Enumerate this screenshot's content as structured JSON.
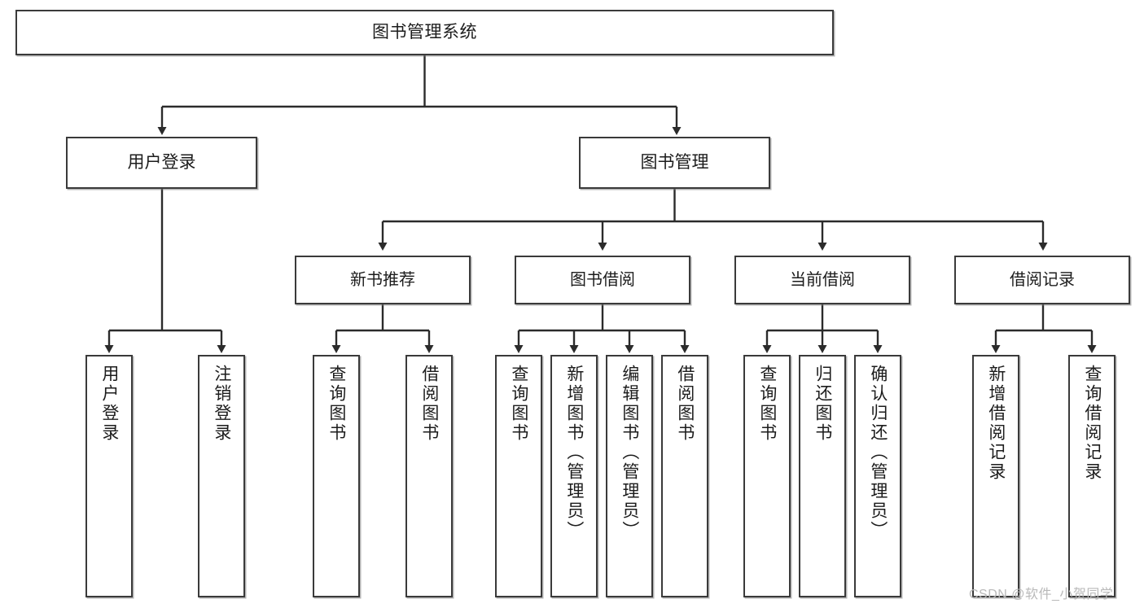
{
  "diagram": {
    "type": "hierarchy-tree",
    "title": "图书管理系统",
    "root": {
      "label": "图书管理系统"
    },
    "level1": [
      {
        "label": "用户登录"
      },
      {
        "label": "图书管理"
      }
    ],
    "level2": [
      {
        "label": "新书推荐"
      },
      {
        "label": "图书借阅"
      },
      {
        "label": "当前借阅"
      },
      {
        "label": "借阅记录"
      }
    ],
    "leaves": {
      "user_login": [
        {
          "label": "用户登录"
        },
        {
          "label": "注销登录"
        }
      ],
      "new_book": [
        {
          "label": "查询图书"
        },
        {
          "label": "借阅图书"
        }
      ],
      "book_borrow": [
        {
          "label": "查询图书"
        },
        {
          "label": "新增图书（管理员）"
        },
        {
          "label": "编辑图书（管理员）"
        },
        {
          "label": "借阅图书"
        }
      ],
      "current_borrow": [
        {
          "label": "查询图书"
        },
        {
          "label": "归还图书"
        },
        {
          "label": "确认归还（管理员）"
        }
      ],
      "borrow_record": [
        {
          "label": "新增借阅记录"
        },
        {
          "label": "查询借阅记录"
        }
      ]
    }
  },
  "watermark": {
    "text": "CSDN @软件_小贺同学"
  },
  "colors": {
    "box_border": "#3a3a3a",
    "box_fill": "#ffffff",
    "line": "#2b2b2b",
    "text": "#1c1c1c",
    "watermark": "#b9b9b9"
  }
}
